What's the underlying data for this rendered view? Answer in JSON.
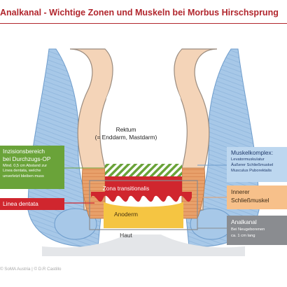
{
  "title": "Analkanal - Wichtige Zonen und Muskeln bei Morbus Hirschsprung",
  "labels": {
    "rektum_line1": "Rektum",
    "rektum_line2": "(= Enddarm, Mastdarm)",
    "zona": "Zona transitionalis",
    "anoderm": "Anoderm",
    "haut": "Haut"
  },
  "callouts": {
    "inzision": {
      "title_line1": "Inzisionsbereich",
      "title_line2": "bei Durchzugs-OP",
      "text_line1": "Mind. 0,5 cm Abstand zur",
      "text_line2": "Linea dentata, welche",
      "text_line3": "unverletzt bleiben muss",
      "color": "#6aa339"
    },
    "linea": {
      "title": "Linea dentata",
      "color": "#d0262e"
    },
    "muskelkomplex": {
      "title": "Muskelkomplex:",
      "item1": "Levatormuskulatur",
      "item2": "Äußerer Schließmuskel",
      "item3": "Musculus Puborektalis",
      "color": "#bdd7ef"
    },
    "innerer": {
      "title_line1": "Innerer",
      "title_line2": "Schließmuskel",
      "color": "#f7c08a"
    },
    "analkanal": {
      "title": "Analkanal",
      "text_line1": "Bei Neugeborenen",
      "text_line2": "ca. 1 cm lang",
      "color": "#8a8c90"
    }
  },
  "credit": "© SoMA Austria | © D.R Castillo",
  "colors": {
    "title": "#b1262d",
    "muscle_blue": "#a7c8e8",
    "muscle_orange": "#e8a06a",
    "rectum_wall": "#f4d4b8",
    "zone_red": "#d0262e",
    "anoderm": "#f5c542",
    "skin": "#e4e6e9"
  }
}
